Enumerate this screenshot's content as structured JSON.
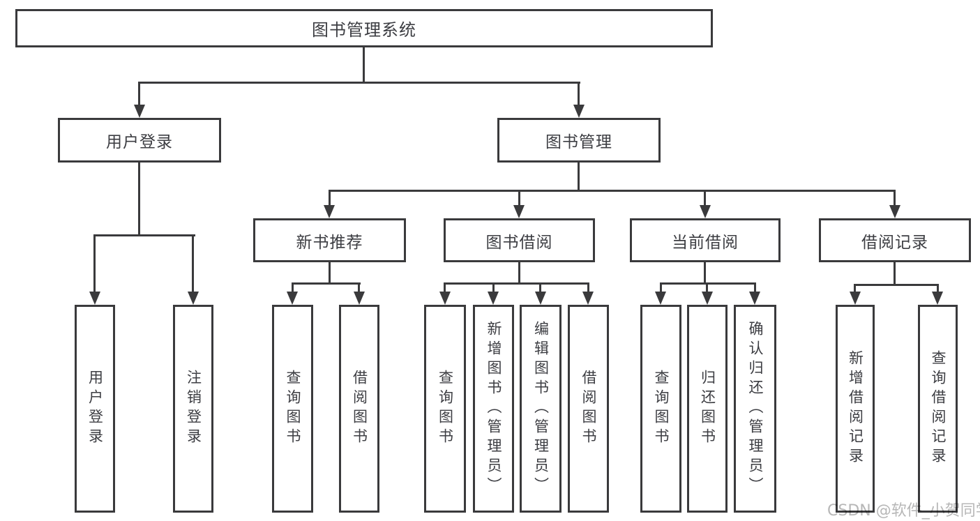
{
  "diagram": {
    "type": "tree",
    "root": {
      "label": "图书管理系统"
    },
    "level2": [
      {
        "label": "用户登录"
      },
      {
        "label": "图书管理"
      }
    ],
    "level3": [
      {
        "label": "新书推荐",
        "parent": "图书管理"
      },
      {
        "label": "图书借阅",
        "parent": "图书管理"
      },
      {
        "label": "当前借阅",
        "parent": "图书管理"
      },
      {
        "label": "借阅记录",
        "parent": "图书管理"
      }
    ],
    "leaves": [
      {
        "label": "用户登录",
        "parent": "用户登录"
      },
      {
        "label": "注销登录",
        "parent": "用户登录"
      },
      {
        "label": "查询图书",
        "parent": "新书推荐"
      },
      {
        "label": "借阅图书",
        "parent": "新书推荐"
      },
      {
        "label": "查询图书",
        "parent": "图书借阅"
      },
      {
        "label": "新增图书（管理员）",
        "parent": "图书借阅"
      },
      {
        "label": "编辑图书（管理员）",
        "parent": "图书借阅"
      },
      {
        "label": "借阅图书",
        "parent": "图书借阅"
      },
      {
        "label": "查询图书",
        "parent": "当前借阅"
      },
      {
        "label": "归还图书",
        "parent": "当前借阅"
      },
      {
        "label": "确认归还（管理员）",
        "parent": "当前借阅"
      },
      {
        "label": "新增借阅记录",
        "parent": "借阅记录"
      },
      {
        "label": "查询借阅记录",
        "parent": "借阅记录"
      }
    ]
  },
  "watermark": {
    "text": "CSDN @软件_小贺同学"
  },
  "colors": {
    "line": "#3a3a3c",
    "text": "#3c3d42",
    "box_fill": "#ffffff",
    "watermark": "#b7b7b7",
    "background": "#ffffff"
  }
}
